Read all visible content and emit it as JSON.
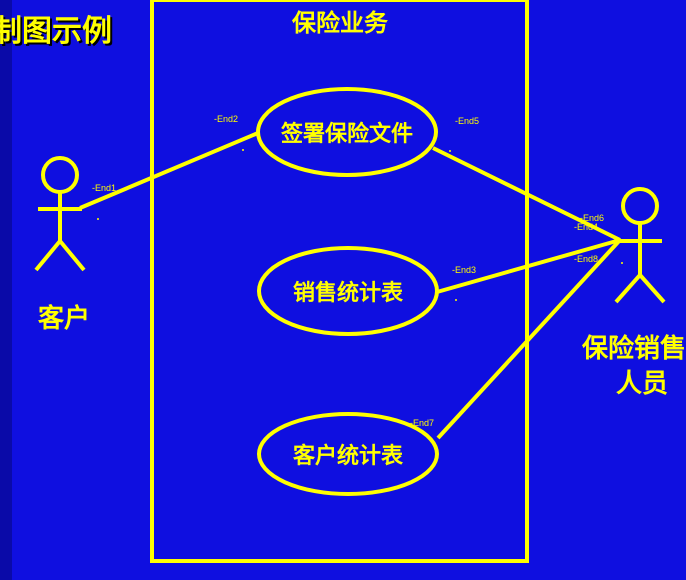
{
  "slide_title": "制图示例",
  "system": {
    "title": "保险业务"
  },
  "use_cases": [
    {
      "label": "签署保险文件"
    },
    {
      "label": "销售统计表"
    },
    {
      "label": "客户统计表"
    }
  ],
  "actors": [
    {
      "label": "客户"
    },
    {
      "label_line1": "保险销售",
      "label_line2": "人员"
    }
  ],
  "association_ends": [
    "-End1",
    "-End2",
    "-End5",
    "-End6",
    "-End4",
    "-End3",
    "-End8",
    "-End7"
  ],
  "colors": {
    "background": "#0f0fe0",
    "foreground": "#ffff00"
  }
}
